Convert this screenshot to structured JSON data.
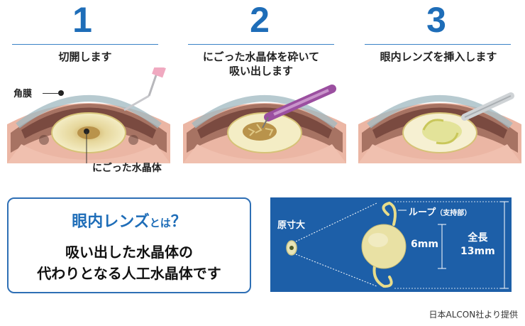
{
  "steps": [
    {
      "number": "1",
      "caption": "切開します"
    },
    {
      "number": "2",
      "caption_line1": "にごった水晶体を砕いて",
      "caption_line2": "吸い出します"
    },
    {
      "number": "3",
      "caption": "眼内レンズを挿入します"
    }
  ],
  "eye_labels": {
    "cornea": "角膜",
    "cloudy_lens": "にごった水晶体"
  },
  "info_box": {
    "title_main": "眼内レンズ",
    "title_particle": "とは",
    "title_mark": "？",
    "line1": "吸い出した水晶体の",
    "line2": "代わりとなる人工水晶体です"
  },
  "lens_panel": {
    "actual_size": "原寸大",
    "loop_label": "ループ",
    "loop_note": "（支持部）",
    "optic_size": "6mm",
    "total_label": "全長",
    "total_size": "13mm"
  },
  "credit": "日本ALCON社より提供",
  "colors": {
    "accent_blue": "#1e6db8",
    "panel_blue": "#1d5fa8",
    "lens_yellow": "#eee6a6",
    "iris_brown": "#8a5b4e",
    "skin": "#e9b3a1"
  }
}
